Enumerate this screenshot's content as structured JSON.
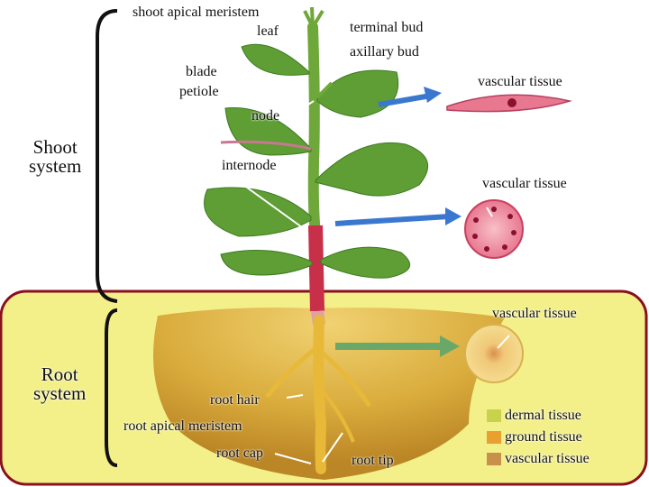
{
  "labels": {
    "shoot_apical_meristem": "shoot apical meristem",
    "leaf": "leaf",
    "terminal_bud": "terminal bud",
    "axillary_bud": "axillary bud",
    "blade": "blade",
    "petiole": "petiole",
    "vascular_tissue_leaf": "vascular tissue",
    "node": "node",
    "shoot_system": [
      "Shoot",
      "system"
    ],
    "internode": "internode",
    "vascular_tissue_stem": "vascular tissue",
    "vascular_tissue_root": "vascular tissue",
    "root_system": [
      "Root",
      "system"
    ],
    "root_hair": "root hair",
    "root_apical_meristem": "root apical meristem",
    "root_cap": "root cap",
    "root_tip": "root tip"
  },
  "legend": [
    {
      "label": "dermal tissue",
      "color": "#c8d24a"
    },
    {
      "label": "ground tissue",
      "color": "#e8a030"
    },
    {
      "label": "vascular tissue",
      "color": "#c8904a"
    }
  ],
  "colors": {
    "root_panel_fill": "#f3f08a",
    "root_panel_border": "#8a1020",
    "stem_green": "#6fa83a",
    "stem_red": "#c8304a",
    "leaf_green": "#5e9e34",
    "arrow_blue": "#3a78d0",
    "arrow_green": "#6aa86a",
    "soil": "#d8a838"
  }
}
